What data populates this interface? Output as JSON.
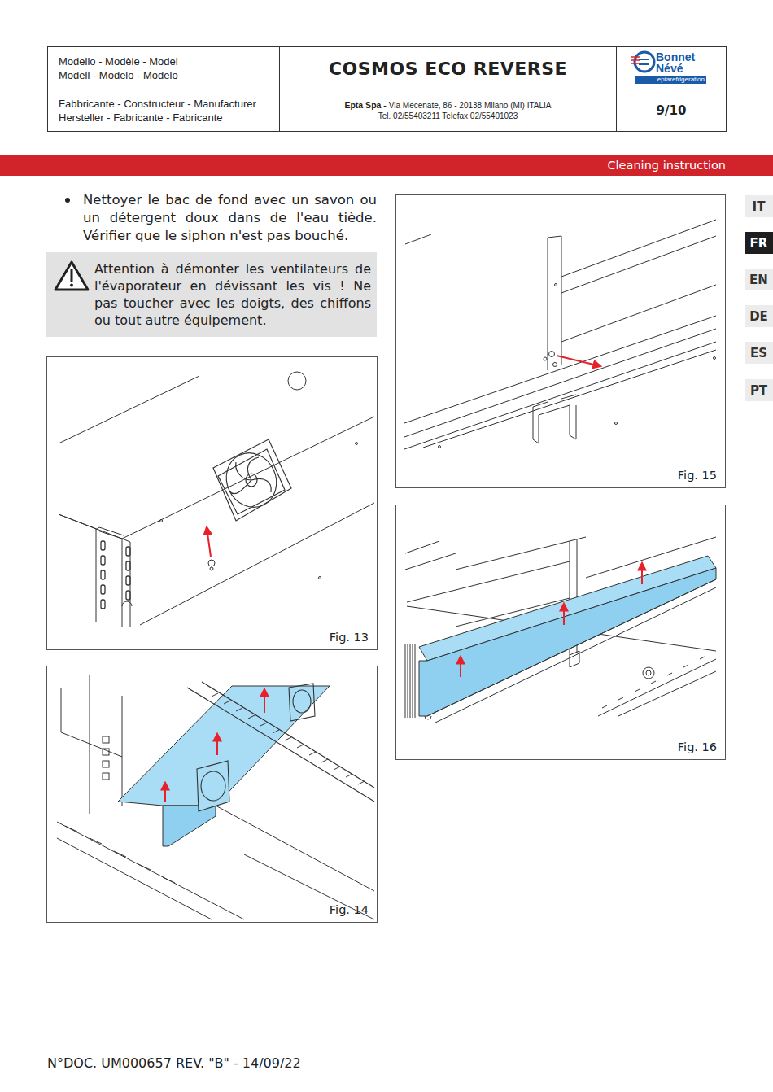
{
  "diagram": {
    "nodes": [
      {
        "text": [
          "Modello - Modèle - Model Modell - Modelo - Modelo"
        ]
      },
      {
        "text": [
          "COSMOS ECO REVERSE"
        ]
      },
      {
        "text": [
          "Bonnet",
          "Névé",
          "eptarefrigeration"
        ]
      },
      {
        "text": [
          "Fabbricante - Constructeur - Manufacturer Hersteller - Fabricante - Fabricante"
        ]
      },
      {
        "text": [
          "Epta Spa -",
          "Via Mecenate, 86 - 20138 Milano (MI) ITALIA",
          "Tel. 02/55403211 Telefax 02/55401023"
        ]
      },
      {
        "text": [
          "9/10"
        ]
      },
      {
        "text": [
          "Cleaning instruction"
        ]
      },
      {
        "text": [
          "Attention à démonter les ventilateurs de l'évaporateur en dévissant les vis ! Ne pas toucher avec les doigts, des chiffons ou tout autre équipement."
        ]
      },
      {
        "text": [
          "Fig. 13"
        ]
      },
      {
        "text": [
          "Fig. 14"
        ]
      },
      {
        "text": [
          "Fig. 15"
        ]
      },
      {
        "text": [
          "Fig. 16"
        ]
      },
      {
        "text": [
          "IT"
        ]
      },
      {
        "text": [
          "FR"
        ]
      },
      {
        "text": [
          "EN"
        ]
      },
      {
        "text": [
          "DE"
        ]
      },
      {
        "text": [
          "ES"
        ]
      },
      {
        "text": [
          "PT"
        ]
      }
    ],
    "labels": [
      "Nettoyer le bac de fond avec un savon ou un détergent doux dans de l'eau tiède. Vérifier que le siphon n'est pas bouché.",
      "N°DOC. UM000657 REV. \"B\" - 14/09/22"
    ]
  }
}
